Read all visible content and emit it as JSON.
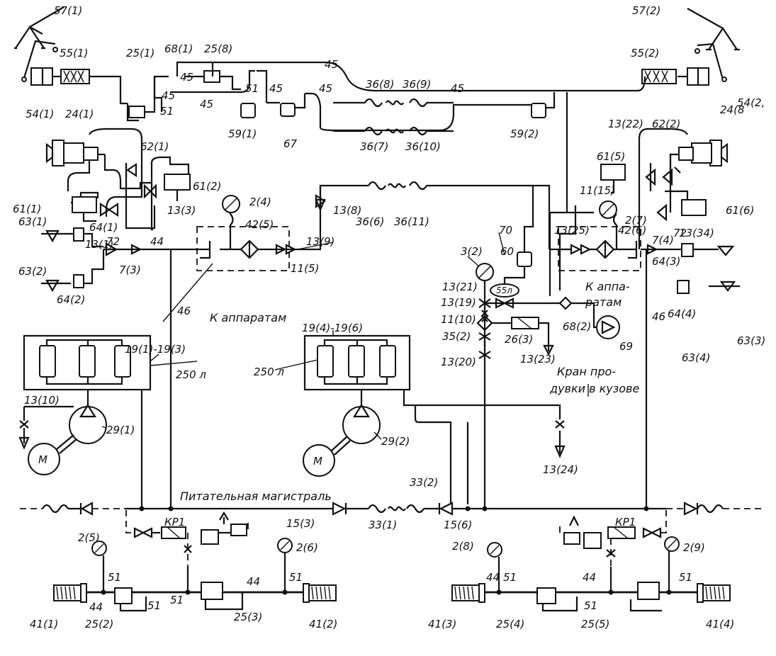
{
  "diagram": {
    "title": "Pneumatic schematic",
    "colors": {
      "ink": "#111111",
      "background": "#ffffff"
    },
    "captions": {
      "main_line": "Питательная магистраль",
      "to_apparatus_left": "К аппаратам",
      "to_apparatus_right_1": "К аппа-",
      "to_apparatus_right_2": "ратам",
      "blow_valve_1": "Кран про-",
      "blow_valve_2": "дувки в кузове",
      "reservoir_volume_left": "250 л",
      "reservoir_volume_mid": "250 л",
      "tank_55l": "55л",
      "kr1_left": "КР1",
      "kr1_right": "КР1",
      "motor_left": "М",
      "motor_right": "М"
    },
    "labels": {
      "l57_1": "57(1)",
      "l55_1": "55(1)",
      "l25_1": "25(1)",
      "l68_1": "68(1)",
      "l25_8": "25(8)",
      "l45_a": "45",
      "l45_b": "45",
      "l45_c": "45",
      "l45_d": "45",
      "l45_e": "45",
      "l45_f": "45",
      "l45_g": "45",
      "l51_a": "51",
      "l51_b": "51",
      "l36_8": "36(8)",
      "l36_9": "36(9)",
      "l36_7": "36(7)",
      "l36_10": "36(10)",
      "l59_1": "59(1)",
      "l67": "67",
      "l59_2": "59(2)",
      "l57_2": "57(2)",
      "l55_2": "55(2)",
      "l54_2": "54(2,",
      "l24_8": "24(8",
      "l54_1": "54(1)",
      "l24_1": "24(1)",
      "l62_1": "62(1)",
      "l61_1": "61(1)",
      "l61_2": "61(2)",
      "l13_1": "13(1)",
      "l64_1": "64(1)",
      "l63_1": "63(1)",
      "l63_2": "63(2)",
      "l64_2": "64(2)",
      "l72_l": "72",
      "l7_3": "7(3)",
      "l44_l": "44",
      "l13_3": "13(3)",
      "l2_4": "2(4)",
      "l42_5": "42(5)",
      "l13_8": "13(8)",
      "l13_9": "13(9)",
      "l11_5": "11(5)",
      "l36_6": "36(6)",
      "l36_11": "36(11)",
      "l46_l": "46",
      "l13_22": "13(22)",
      "l62_2": "62(2)",
      "l61_5": "61(5)",
      "l61_6": "61(6)",
      "l13_34": "13(34)",
      "l11_15": "11(15)",
      "l2_7": "2(7)",
      "l13_25": "13(25)",
      "l42_6": "42(6)",
      "l7_4": "7(4)",
      "l72_r": "72",
      "l64_3": "64(3)",
      "l64_4": "64(4)",
      "l63_3": "63(3)",
      "l63_4": "63(4)",
      "l46_r": "46",
      "l70": "70",
      "l3_2": "3(2)",
      "l60": "60",
      "l13_21": "13(21)",
      "l13_19": "13(19)",
      "l11_10": "11(10)",
      "l35_2": "35(2)",
      "l13_20": "13(20)",
      "l26_3": "26(3)",
      "l68_2": "68(2)",
      "l69": "69",
      "l13_23": "13(23)",
      "l19_1_3": "19(1)-19(3)",
      "l19_4_6": "19(4)-19(6)",
      "l13_10": "13(10)",
      "l29_1": "29(1)",
      "l29_2": "29(2)",
      "l13_24": "13(24)",
      "l33_2": "33(2)",
      "l33_1": "33(1)",
      "l15_3": "15(3)",
      "l15_6": "15(6)",
      "l2_5": "2(5)",
      "l2_6": "2(6)",
      "l2_8": "2(8)",
      "l2_9": "2(9)",
      "l51_c": "51",
      "l51_d": "51",
      "l51_e": "51",
      "l51_f": "51",
      "l51_g": "51",
      "l51_h": "51",
      "l51_i": "51",
      "l44_a": "44",
      "l44_b": "44",
      "l44_c": "44",
      "l44_d": "44",
      "l41_1": "41(1)",
      "l25_2": "25(2)",
      "l25_3": "25(3)",
      "l41_2": "41(2)",
      "l41_3": "41(3)",
      "l25_4": "25(4)",
      "l25_5": "25(5)",
      "l41_4": "41(4)"
    }
  }
}
